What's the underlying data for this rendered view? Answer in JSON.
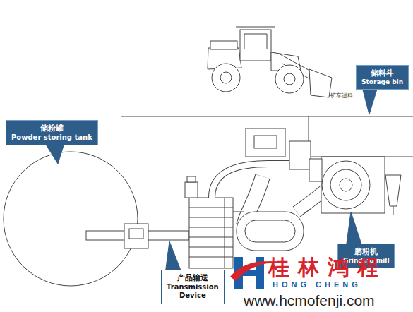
{
  "diagram": {
    "nodes": [
      {
        "text": [
          "储粉罐",
          "Powder storing tank"
        ]
      },
      {
        "text": [
          "储料斗",
          "Storage bin"
        ]
      },
      {
        "text": [
          "产品输送",
          "Transmission Device"
        ]
      },
      {
        "text": [
          "磨粉机",
          "Grinding mill"
        ]
      }
    ],
    "labels": [
      "铲车进料",
      "桂林鸿程",
      "HONG CHENG",
      "www.hcmofenji.com"
    ]
  }
}
